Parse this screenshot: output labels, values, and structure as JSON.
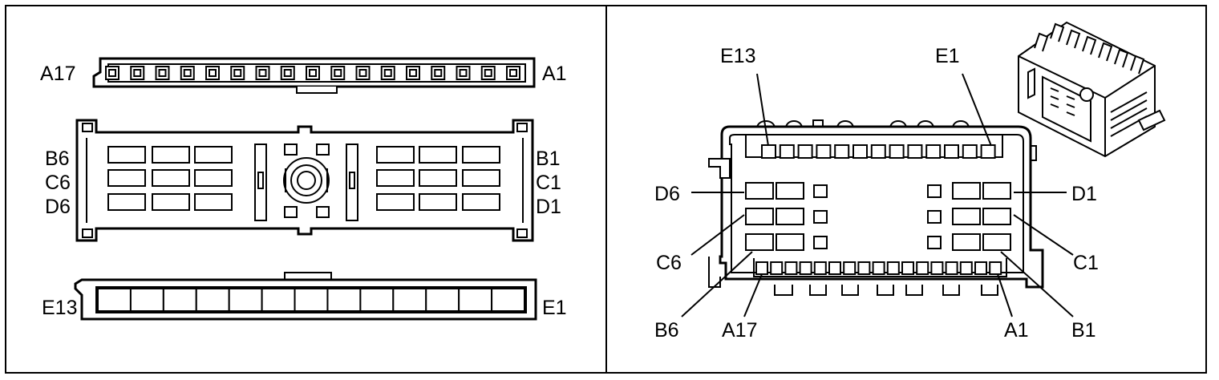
{
  "left_panel": {
    "row_a": {
      "left_label": "A17",
      "right_label": "A1",
      "terminal_count": 17
    },
    "face": {
      "left_labels": [
        "B6",
        "C6",
        "D6"
      ],
      "right_labels": [
        "B1",
        "C1",
        "D1"
      ]
    },
    "row_e": {
      "left_label": "E13",
      "right_label": "E1",
      "cell_count": 13
    }
  },
  "right_panel": {
    "top_labels": {
      "left": "E13",
      "right": "E1"
    },
    "side_labels_left": [
      "D6",
      "C6"
    ],
    "side_labels_right": [
      "D1",
      "C1"
    ],
    "bottom_labels": [
      "B6",
      "A17",
      "A1",
      "B1"
    ],
    "top_row_count": 13,
    "bottom_row_count": 17
  },
  "colors": {
    "line": "#000000",
    "background": "#ffffff"
  }
}
